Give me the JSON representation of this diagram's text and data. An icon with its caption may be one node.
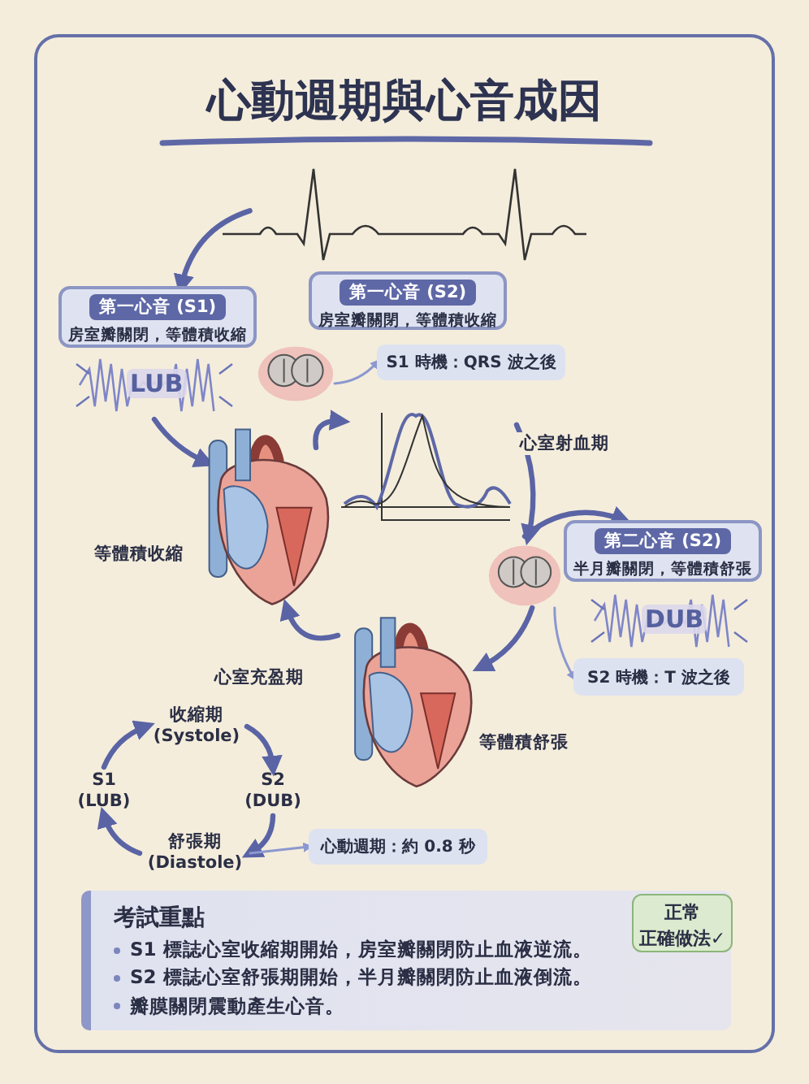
{
  "diagram": {
    "title": "心動週期與心音成因",
    "nodes": [
      {
        "text": [],
        "shape": "picture"
      },
      {
        "text": [
          "第一心音 (S1)",
          "房室瓣關閉，等體積收縮"
        ]
      },
      {
        "text": [
          "LUB"
        ]
      },
      {
        "text": [
          "第一心音 (S2)",
          "房室瓣關閉，等體積收縮"
        ]
      },
      {
        "text": [],
        "shape": "picture"
      },
      {
        "text": [
          "S1 時機：QRS 波之後"
        ]
      },
      {
        "text": [],
        "shape": "picture",
        "beside": [
          "等體積收縮"
        ]
      },
      {
        "text": [],
        "shape": "picture"
      },
      {
        "text": [],
        "shape": "picture"
      },
      {
        "text": [
          "第二心音 (S2)",
          "半月瓣關閉，等體積舒張"
        ]
      },
      {
        "text": [
          "DUB"
        ]
      },
      {
        "text": [
          "S2 時機：T 波之後"
        ]
      },
      {
        "text": [],
        "shape": "picture",
        "beside": [
          "等體積舒張"
        ]
      },
      {
        "text": [
          "S1 (LUB)"
        ]
      },
      {
        "text": [
          "收縮期 (Systole)"
        ]
      },
      {
        "text": [
          "S2 (DUB)"
        ]
      },
      {
        "text": [
          "舒張期 (Diastole)"
        ]
      },
      {
        "text": [
          "心動週期：約 0.8 秒"
        ]
      },
      {
        "text": [
          "考試重點",
          "S1 標誌心室收縮期開始，房室瓣關閉防止血液逆流。",
          "S2 標誌心室舒張期開始，半月瓣關閉防止血液倒流。",
          "瓣膜關閉震動產生心音。"
        ]
      },
      {
        "text": [
          "正常",
          "正確做法✓"
        ],
        "in": 18
      }
    ],
    "edges": [
      {
        "from": 0,
        "to": 1,
        "arrow": "to"
      },
      {
        "from": 2,
        "to": 6,
        "arrow": "to"
      },
      {
        "from": 4,
        "to": 5,
        "arrow": "to",
        "color": "#8c98cf"
      },
      {
        "from": 6,
        "to": 7,
        "arrow": "to"
      },
      {
        "from": 7,
        "to": 8,
        "arrow": "to",
        "label": "心室射血期"
      },
      {
        "from": 8,
        "to": 9,
        "arrow": "to"
      },
      {
        "from": 8,
        "to": 12,
        "arrow": "to"
      },
      {
        "from": 8,
        "to": 11,
        "arrow": "to",
        "color": "#8c98cf"
      },
      {
        "from": 12,
        "to": 6,
        "arrow": "to",
        "label": "心室充盈期"
      },
      {
        "from": 13,
        "to": 14,
        "arrow": "to"
      },
      {
        "from": 14,
        "to": 15,
        "arrow": "to"
      },
      {
        "from": 15,
        "to": 16,
        "arrow": "to"
      },
      {
        "from": 16,
        "to": 13,
        "arrow": "to"
      },
      {
        "from": 16,
        "to": 17,
        "arrow": "to",
        "color": "#8c98cf"
      }
    ]
  }
}
